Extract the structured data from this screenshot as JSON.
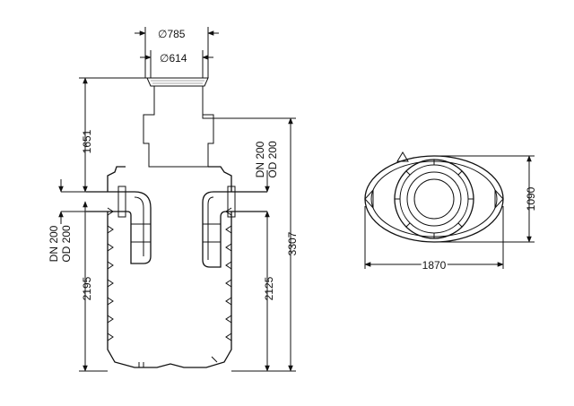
{
  "dimensions": {
    "top_outer_diameter": "∅785",
    "top_inner_diameter": "∅614",
    "upper_height": "1651",
    "left_pipe_dn": "DN 200",
    "left_pipe_od": "OD 200",
    "left_inlet_height": "2195",
    "right_pipe_dn": "DN 200",
    "right_pipe_od": "OD 200",
    "right_outlet_height": "2125",
    "total_height": "3307",
    "plan_length": "1870",
    "plan_width": "1090"
  },
  "colors": {
    "line": "#111111",
    "hatch": "#555555",
    "background": "#ffffff"
  }
}
